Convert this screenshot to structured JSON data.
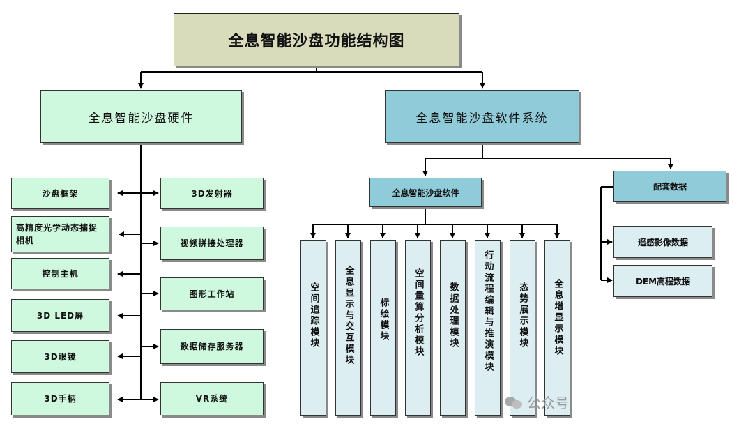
{
  "title": "全息智能沙盘功能结构图",
  "hardware": {
    "root": "全息智能沙盘硬件",
    "left_items": [
      "沙盘框架",
      "高精度光学动态捕捉相机",
      "控制主机",
      "3D LED屏",
      "3D眼镜",
      "3D手柄"
    ],
    "right_items": [
      "3D发射器",
      "视频拼接处理器",
      "图形工作站",
      "数据储存服务器",
      "VR系统"
    ]
  },
  "software": {
    "root": "全息智能沙盘软件系统",
    "module_group": "全息智能沙盘软件",
    "modules": [
      "空间追踪模块",
      "全息显示与交互模块",
      "标绘模块",
      "空间量算分析模块",
      "数据处理模块",
      "行动流程编辑与推演模块",
      "态势展示模块",
      "全息增显示模块"
    ],
    "config": "配套数据",
    "config_items": [
      "遥感影像数据",
      "DEM高程数据"
    ]
  },
  "watermark": "公众号",
  "colors": {
    "title_fill": "#d8dcbb",
    "hardware_fill": "#cff9de",
    "software_fill": "#8fcbd9",
    "module_fill": "#ddeef3",
    "line": "#000000"
  }
}
